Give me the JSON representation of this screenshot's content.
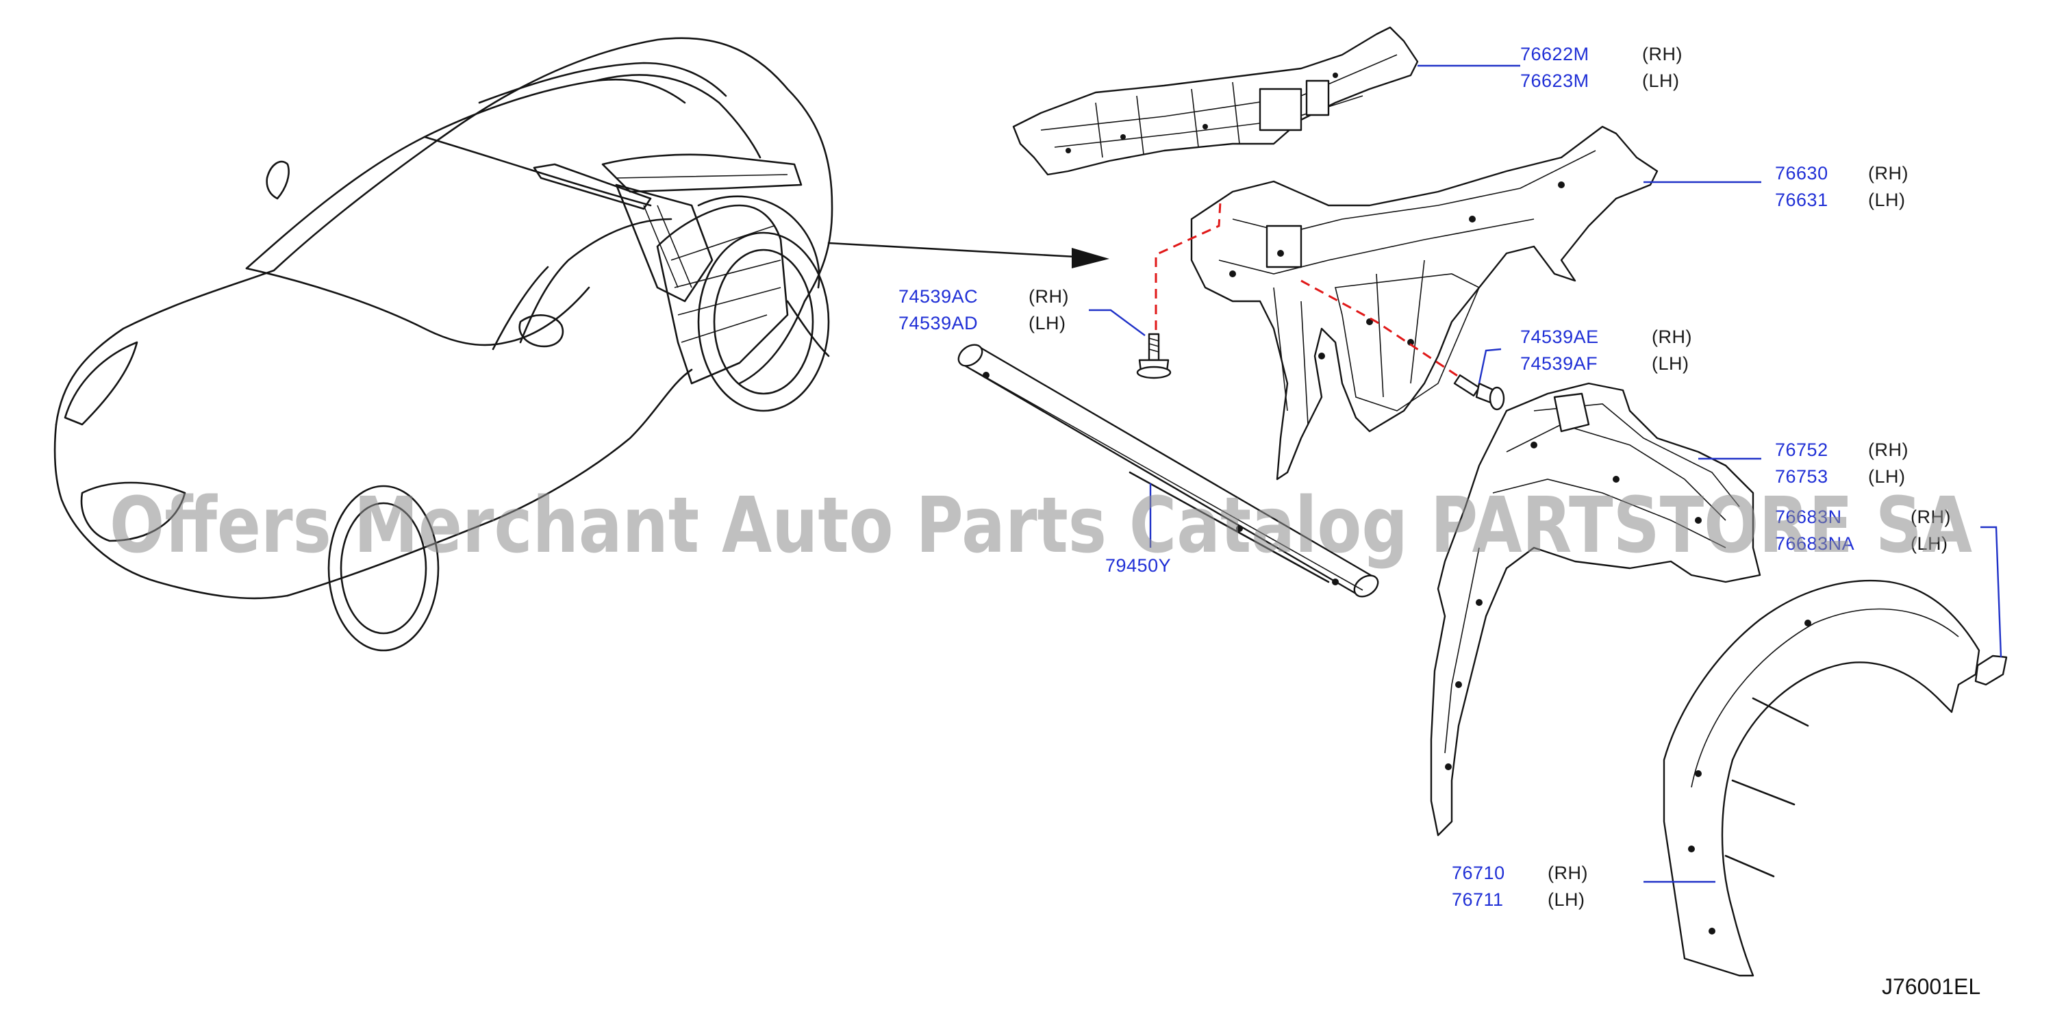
{
  "callouts": {
    "c76622": {
      "pn": "76622M",
      "side": "(RH)"
    },
    "c76623": {
      "pn": "76623M",
      "side": "(LH)"
    },
    "c76630": {
      "pn": "76630",
      "side": "(RH)"
    },
    "c76631": {
      "pn": "76631",
      "side": "(LH)"
    },
    "c74539AC": {
      "pn": "74539AC",
      "side": "(RH)"
    },
    "c74539AD": {
      "pn": "74539AD",
      "side": "(LH)"
    },
    "c74539AE": {
      "pn": "74539AE",
      "side": "(RH)"
    },
    "c74539AF": {
      "pn": "74539AF",
      "side": "(LH)"
    },
    "c76752": {
      "pn": "76752",
      "side": "(RH)"
    },
    "c76753": {
      "pn": "76753",
      "side": "(LH)"
    },
    "c76683N": {
      "pn": "76683N",
      "side": "(RH)"
    },
    "c76683NA": {
      "pn": "76683NA",
      "side": "(LH)"
    },
    "c79450Y": {
      "pn": "79450Y"
    },
    "c76710": {
      "pn": "76710",
      "side": "(RH)"
    },
    "c76711": {
      "pn": "76711",
      "side": "(LH)"
    }
  },
  "watermark": "Offers Merchant Auto Parts Catalog PARTSTORE SA",
  "diagram_code": "J76001EL",
  "colors": {
    "part_number": "#1f2fd6",
    "leader": "#2032c8",
    "dashed_guide": "#e01818",
    "linework": "#141414"
  }
}
